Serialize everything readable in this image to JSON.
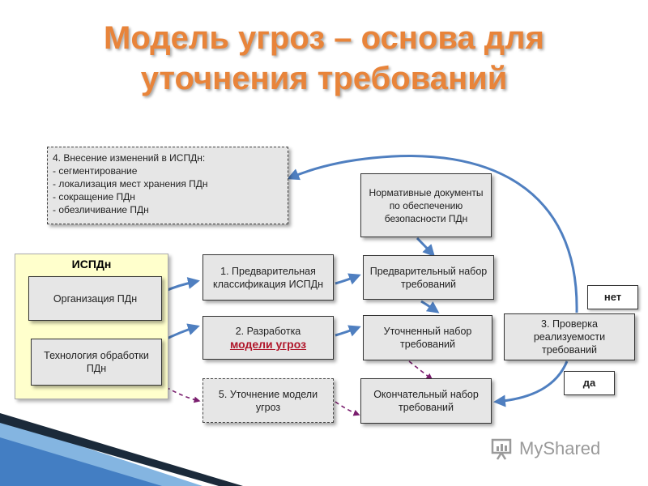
{
  "title": {
    "line1": "Модель угроз – основа для",
    "line2": "уточнения требований"
  },
  "box4": {
    "line1": "4. Внесение изменений в ИСПДн:",
    "line2": "- сегментирование",
    "line3": "- локализация мест хранения ПДн",
    "line4": "- сокращение ПДн",
    "line5": "- обезличивание ПДн"
  },
  "normative": "Нормативные документы по обеспечению безопасности ПДн",
  "ispdn": {
    "title": "ИСПДн",
    "org": "Организация ПДн",
    "tech": "Технология обработки ПДн"
  },
  "step1": "1. Предварительная классификация ИСПДн",
  "step2": {
    "prefix": "2. Разработка",
    "link": "модели угроз"
  },
  "step5": "5. Уточнение модели угроз",
  "prelim": "Предварительный набор требований",
  "refined": "Уточненный набор требований",
  "final": "Окончательный набор требований",
  "step3": "3. Проверка реализуемости требований",
  "no_label": "нет",
  "yes_label": "да",
  "watermark": "MyShared",
  "colors": {
    "title": "#e8843a",
    "arrow": "#4f7fc0",
    "dashed_arrow": "#7a1e6e",
    "box_fill": "#e6e6e6",
    "ispdn_fill": "#ffffcc",
    "link": "#b0162a"
  }
}
